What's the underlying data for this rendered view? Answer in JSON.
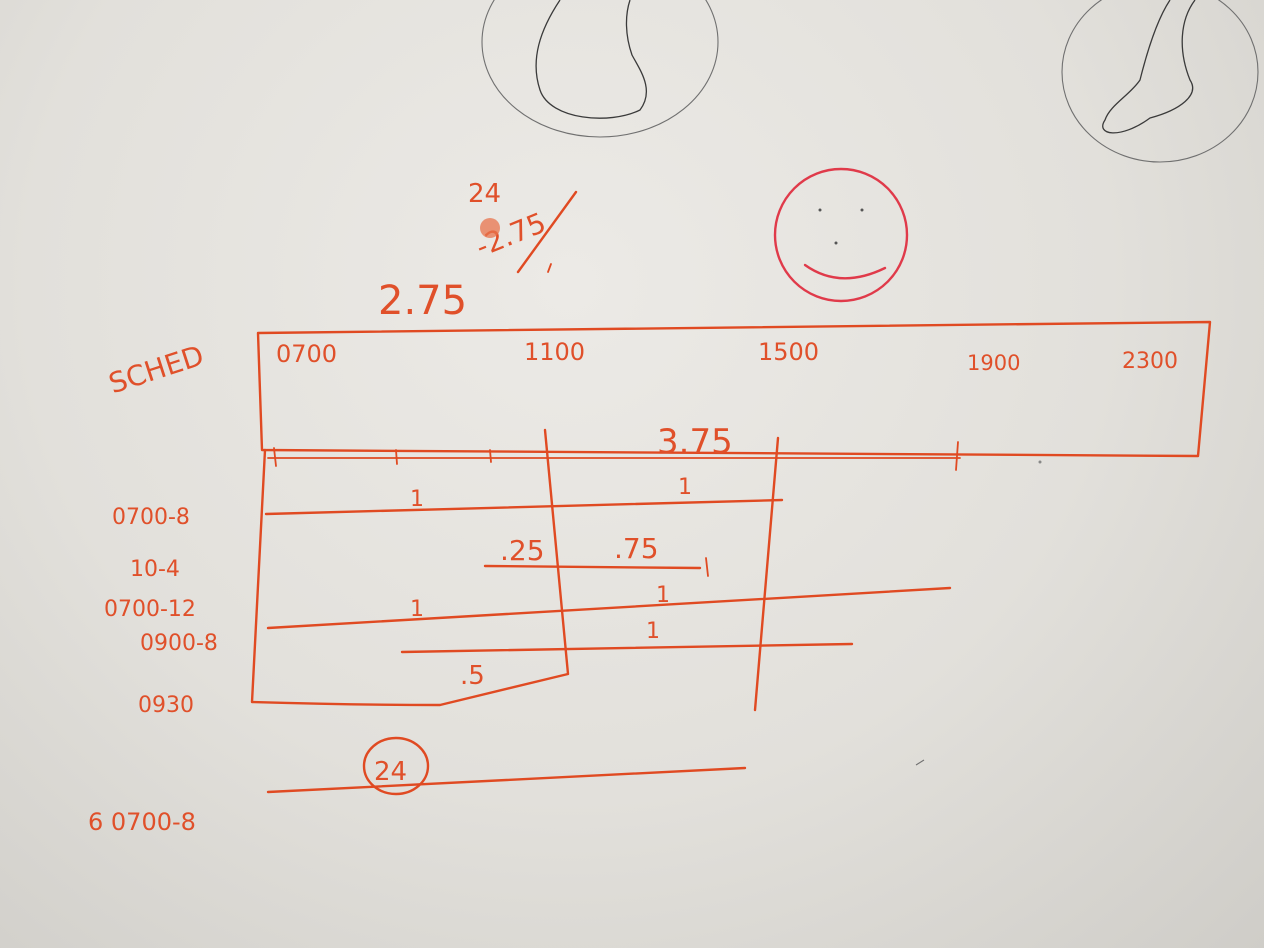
{
  "schedule_label": "SCHED",
  "top_note": {
    "stack_top": "24",
    "stack_bottom": "-2.75"
  },
  "top_total": "2.75",
  "time_headers": [
    "0700",
    "1100",
    "1500",
    "1900",
    "2300"
  ],
  "mid_total": "3.75",
  "shift_labels": [
    "0700-8",
    "10-4",
    "0700-12",
    "0900-8",
    "0930"
  ],
  "bottom_shift_label": "6 0700-8",
  "marks": {
    "row1_a": "1",
    "row1_b": "1",
    "row2_a": ".25",
    "row2_b": ".75",
    "row3_a": "1",
    "row3_b": "1",
    "row4_b": "1",
    "row5_a": ".5",
    "circled": "24"
  },
  "colors": {
    "marker": "#e04a22",
    "pencil": "#3a3a3a",
    "board": "#e6e4df"
  }
}
